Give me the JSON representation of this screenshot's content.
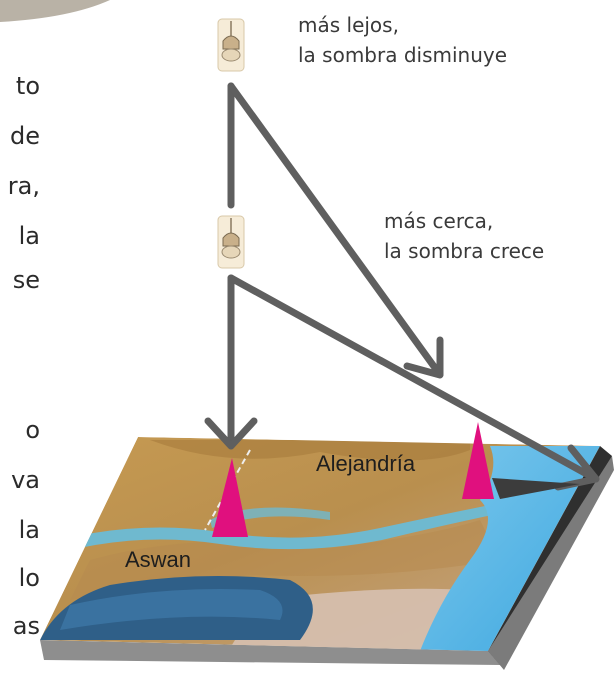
{
  "body_text_fragments": [
    "to",
    "de",
    "ra,",
    "la",
    "se",
    "o",
    "va",
    "la",
    "lo",
    "as"
  ],
  "annotations": {
    "far": {
      "line1": "más lejos,",
      "line2": "la sombra disminuye"
    },
    "near": {
      "line1": "más cerca,",
      "line2": "la sombra crece"
    }
  },
  "map_labels": {
    "city_north": "Alejandría",
    "city_south": "Aswan"
  },
  "colors": {
    "arrow": "#5f5f5f",
    "obelisk": "#e0107e",
    "sea": "#4fb0e3",
    "river": "#6fb9cf",
    "shadow": "#3c3c3c",
    "map_border": "#2f2f2f"
  },
  "icons": [
    "sun-lamp-icon-far",
    "sun-lamp-icon-near"
  ]
}
